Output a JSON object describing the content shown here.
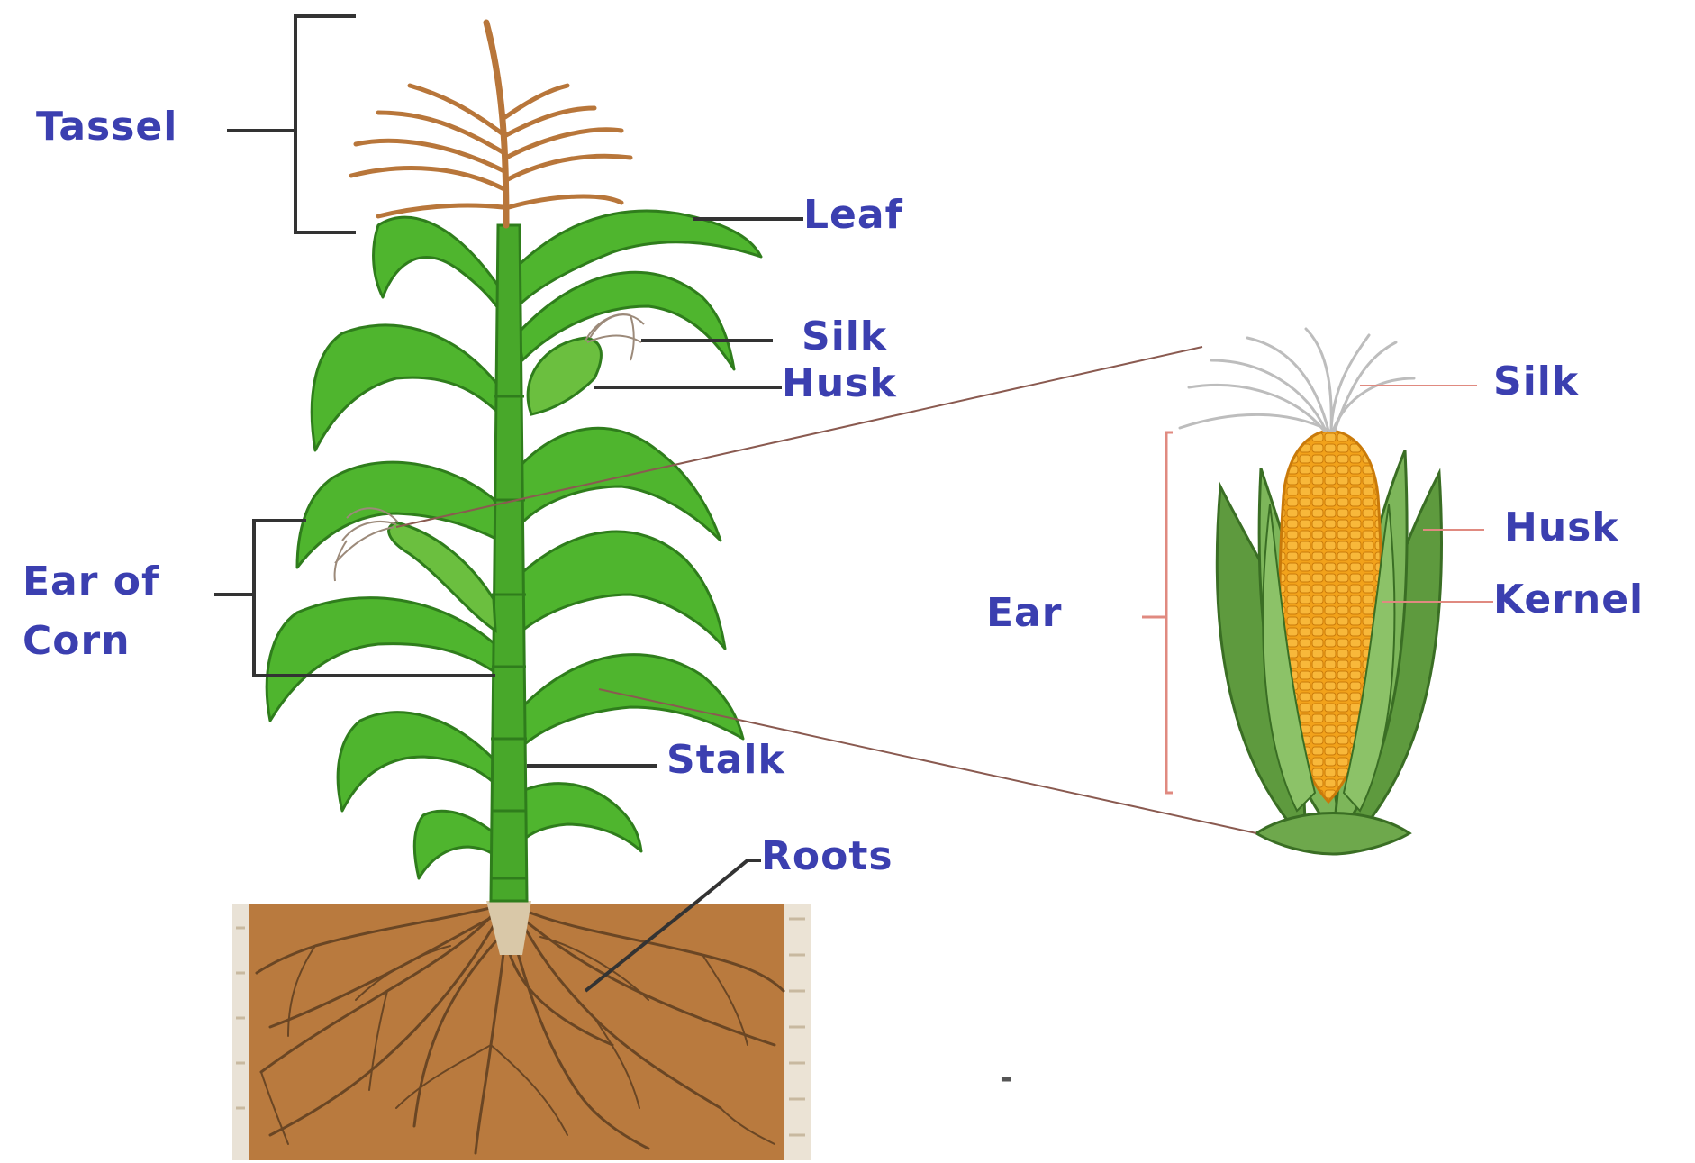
{
  "colors": {
    "label": "#3b3fb0",
    "leader_line": "#333333",
    "zoom_line": "#8a5a50",
    "ear_bracket": "#e08a80",
    "leaf": "#4fb52e",
    "leaf_dark": "#2f7d1c",
    "stalk": "#48a82a",
    "tassel": "#b8763a",
    "soil": "#b97a3e",
    "root": "#6a4624",
    "kernel": "#f2a21a",
    "husk": "#5e9a3e",
    "silk": "#bdbdbd"
  },
  "labels": {
    "tassel": "Tassel",
    "leaf": "Leaf",
    "silk": "Silk",
    "husk": "Husk",
    "ear_of_corn_line1": "Ear of",
    "ear_of_corn_line2": "Corn",
    "stalk": "Stalk",
    "roots": "Roots",
    "detail_silk": "Silk",
    "detail_husk": "Husk",
    "detail_ear": "Ear",
    "detail_kernel": "Kernel",
    "stray_mark": "-"
  }
}
